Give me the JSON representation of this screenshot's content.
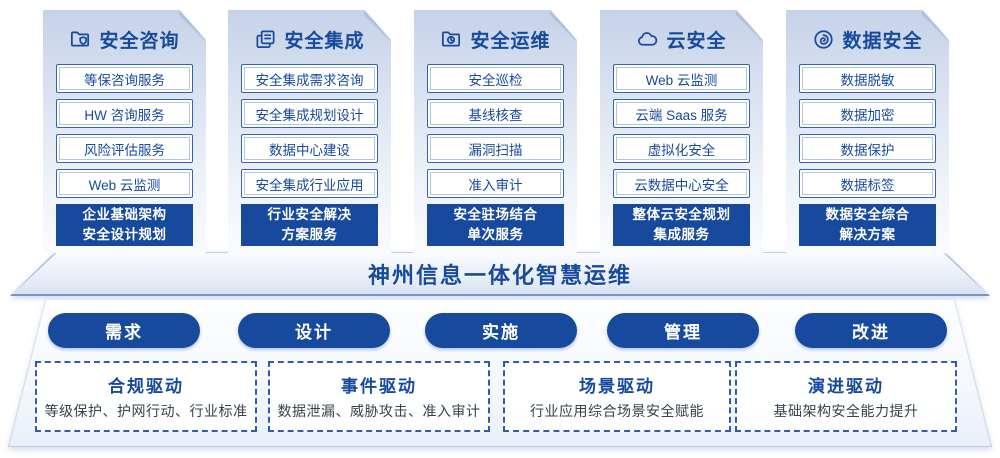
{
  "colors": {
    "primary": "#17499D",
    "card_top": "#C6D2E9",
    "item_border": "#3563AE",
    "pill_bg": "#17499D",
    "driver_border": "#2F5DAB"
  },
  "cards": [
    {
      "icon": "folder-shield-icon",
      "title": "安全咨询",
      "items": [
        "等保咨询服务",
        "HW 咨询服务",
        "风险评估服务",
        "Web 云监测"
      ],
      "highlight_line1": "企业基础架构",
      "highlight_line2": "安全设计规划"
    },
    {
      "icon": "documents-icon",
      "title": "安全集成",
      "items": [
        "安全集成需求咨询",
        "安全集成规划设计",
        "数据中心建设",
        "安全集成行业应用"
      ],
      "highlight_line1": "行业安全解决",
      "highlight_line2": "方案服务"
    },
    {
      "icon": "folder-clock-icon",
      "title": "安全运维",
      "items": [
        "安全巡检",
        "基线核查",
        "漏洞扫描",
        "准入审计"
      ],
      "highlight_line1": "安全驻场结合",
      "highlight_line2": "单次服务"
    },
    {
      "icon": "cloud-icon",
      "title": "云安全",
      "items": [
        "Web 云监测",
        "云端 Saas 服务",
        "虚拟化安全",
        "云数据中心安全"
      ],
      "highlight_line1": "整体云安全规划",
      "highlight_line2": "集成服务"
    },
    {
      "icon": "data-swirl-icon",
      "title": "数据安全",
      "items": [
        "数据脱敏",
        "数据加密",
        "数据保护",
        "数据标签"
      ],
      "highlight_line1": "数据安全综合",
      "highlight_line2": "解决方案"
    }
  ],
  "banner": {
    "title": "神州信息一体化智慧运维"
  },
  "phases": [
    "需求",
    "设计",
    "实施",
    "管理",
    "改进"
  ],
  "drivers": [
    {
      "title": "合规驱动",
      "desc": "等级保护、护网行动、行业标准"
    },
    {
      "title": "事件驱动",
      "desc": "数据泄漏、威胁攻击、准入审计"
    },
    {
      "title": "场景驱动",
      "desc": "行业应用综合场景安全赋能"
    },
    {
      "title": "演进驱动",
      "desc": "基础架构安全能力提升"
    }
  ]
}
